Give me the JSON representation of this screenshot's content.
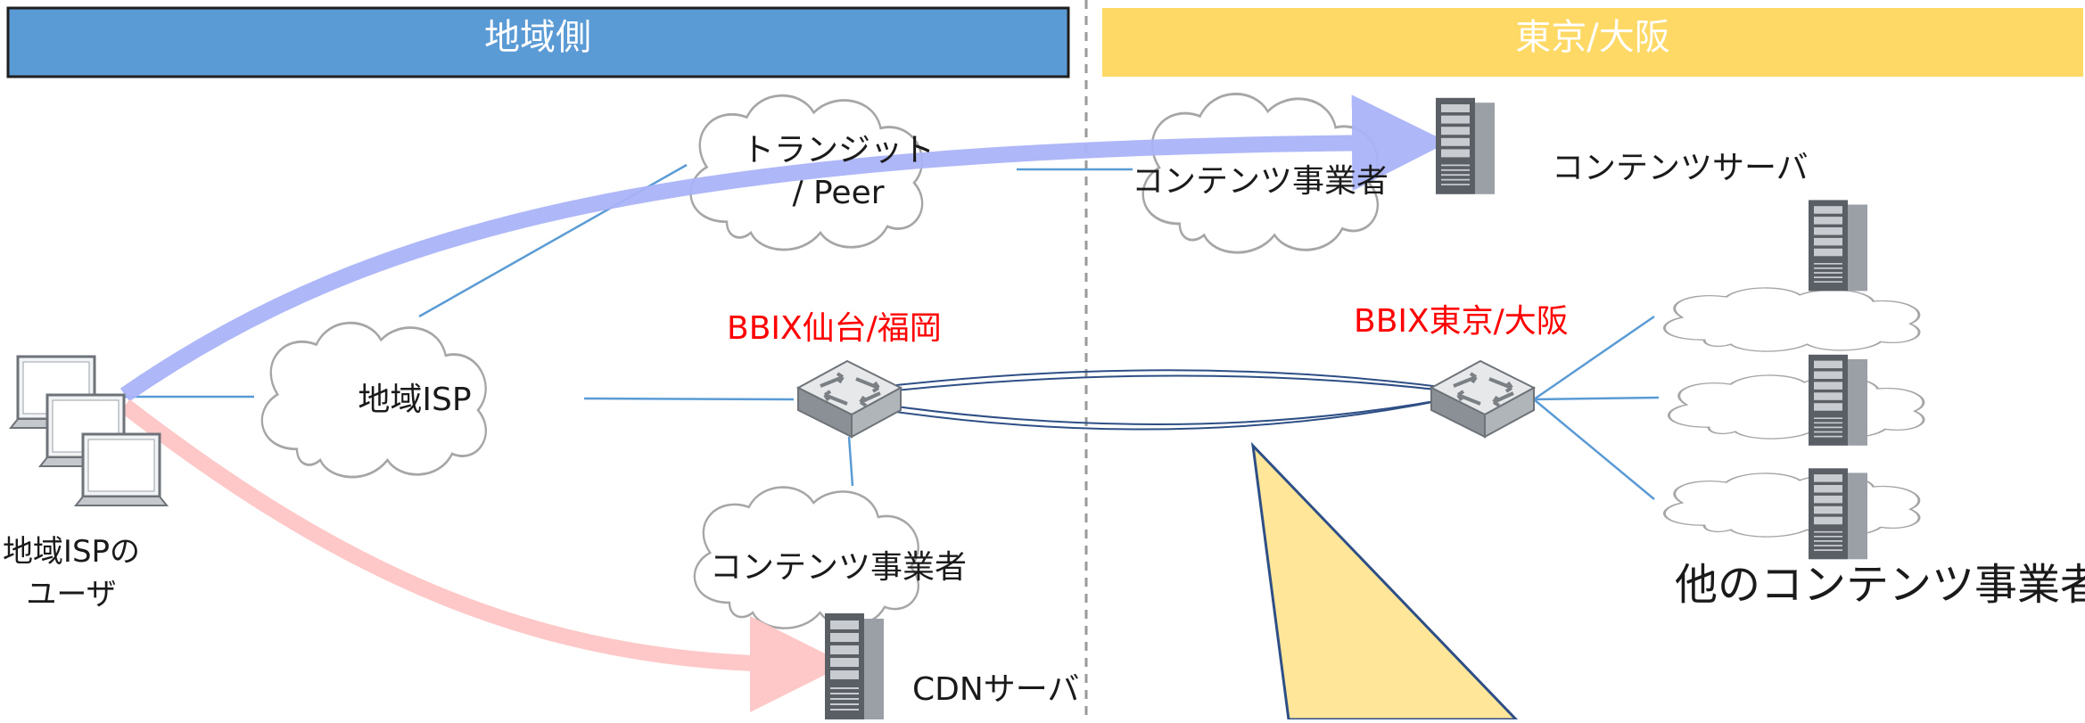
{
  "header": {
    "left_title": "地域側",
    "right_title": "東京/大阪"
  },
  "clouds": {
    "transit_line1": "トランジット",
    "transit_line2": "/ Peer",
    "regional_isp": "地域ISP",
    "content_provider_regional": "コンテンツ事業者",
    "content_provider_tokyo": "コンテンツ事業者"
  },
  "ix": {
    "regional": "BBIX仙台/福岡",
    "tokyo": "BBIX東京/大阪"
  },
  "labels": {
    "content_server": "コンテンツサーバ",
    "cdn_server": "CDNサーバ",
    "other_providers": "他のコンテンツ事業者",
    "user_line1": "地域ISPの",
    "user_line2": "ユーザ"
  },
  "colors": {
    "left_header": "#5b9bd5",
    "right_header": "#ffd966",
    "blue_arrow": "#aab4f8",
    "red_arrow": "#ffc6c6",
    "ix_label": "#ff0000",
    "link_line": "#5b9bd5",
    "callout_fill": "#ffe699"
  }
}
